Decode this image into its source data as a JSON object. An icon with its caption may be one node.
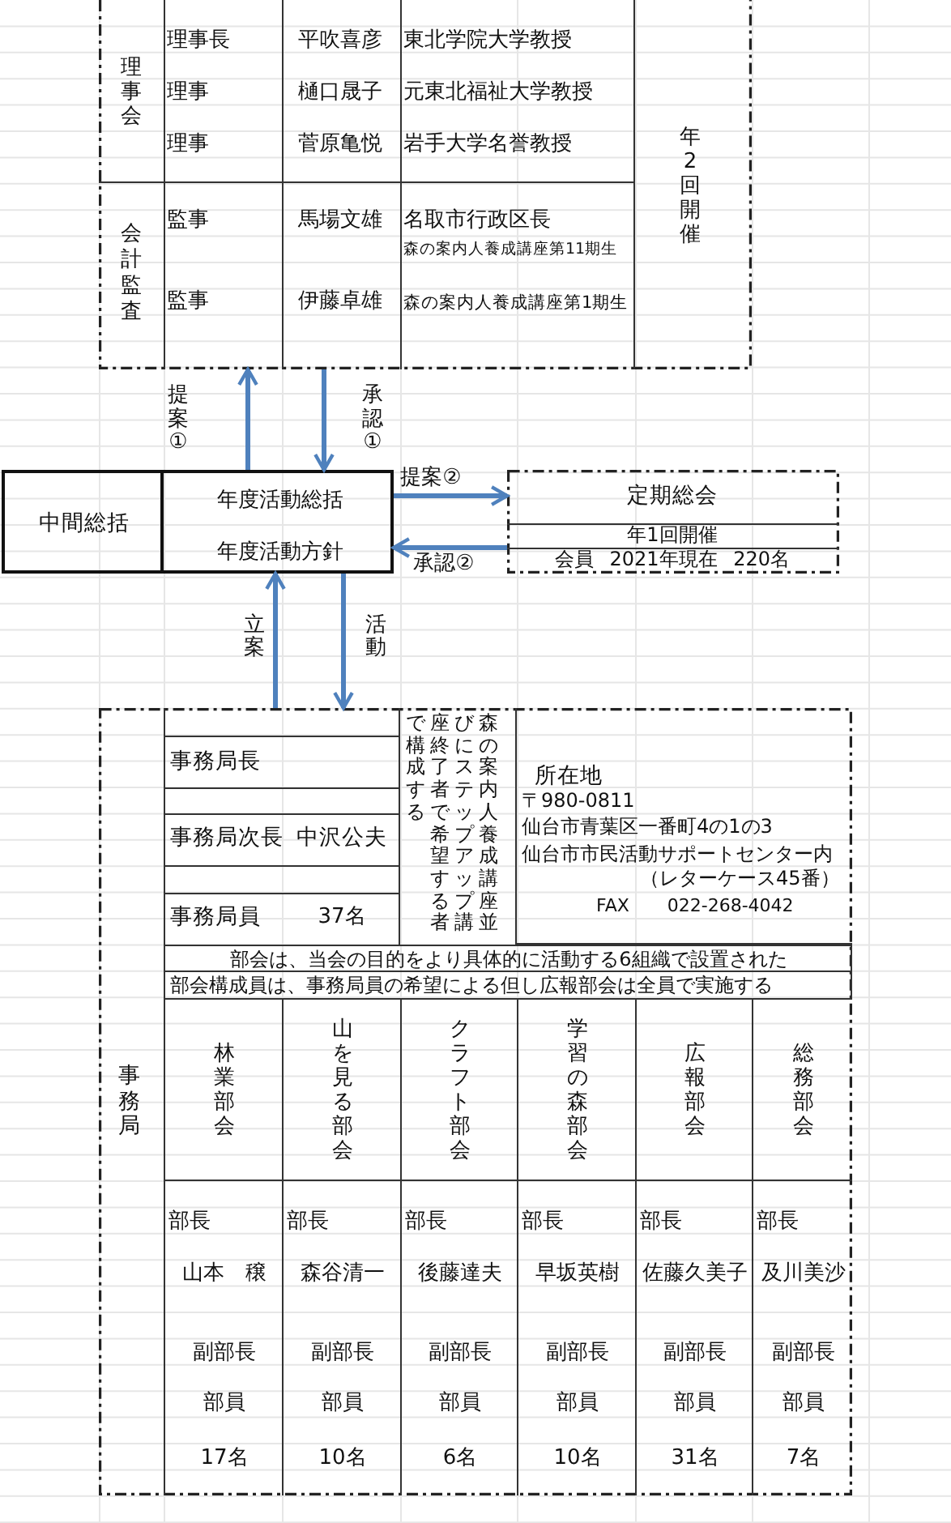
{
  "diagram": {
    "nodes": [
      {
        "text": [
          "年2回開催"
        ]
      },
      {
        "text": [
          "理事会",
          "理事長",
          "平吹喜彦",
          "東北学院大学教授",
          "理事",
          "樋口晟子",
          "元東北福祉大学教授",
          "理事",
          "菅原亀悦",
          "岩手大学名誉教授"
        ],
        "in": 0
      },
      {
        "text": [
          "会計監査",
          "監事",
          "馬場文雄",
          "名取市行政区長",
          "森の案内人養成講座第11期生",
          "監事",
          "伊藤卓雄",
          "森の案内人養成講座第1期生"
        ],
        "in": 0
      },
      {
        "text": [
          "中間総括"
        ]
      },
      {
        "text": [
          "年度活動総括",
          "年度活動方針"
        ]
      },
      {
        "text": [
          "定期総会",
          "年1回開催",
          "会員 2021年現在 220名"
        ]
      },
      {
        "text": [
          "事務局"
        ]
      },
      {
        "text": [
          "事務局長",
          "事務局次長",
          "中沢公夫",
          "事務局員",
          "37名"
        ],
        "in": 6
      },
      {
        "text": [
          "森の案内人養成講座並びにステップアップ講座終了者で希望する者で構成する"
        ],
        "in": 6
      },
      {
        "text": [
          "所在地",
          "〒980-0811",
          "仙台市青葉区一番町4の1の3",
          "仙台市市民活動サポートセンター内",
          "（レターケース45番）",
          "FAX 022-268-4042"
        ],
        "in": 6
      },
      {
        "text": [
          "部会は、当会の目的をより具体的に活動する6組織で設置された"
        ],
        "in": 6
      },
      {
        "text": [
          "部会構成員は、事務局員の希望による但し広報部会は全員で実施する"
        ],
        "in": 6
      },
      {
        "text": [
          "林業部会",
          "部長",
          "山本　穣",
          "副部長",
          "部員",
          "17名"
        ],
        "in": 6
      },
      {
        "text": [
          "山を見る部会",
          "部長",
          "森谷清一",
          "副部長",
          "部員",
          "10名"
        ],
        "in": 6
      },
      {
        "text": [
          "クラフト部会",
          "部長",
          "後藤達夫",
          "副部長",
          "部員",
          "6名"
        ],
        "in": 6
      },
      {
        "text": [
          "学習の森部会",
          "部長",
          "早坂英樹",
          "副部長",
          "部員",
          "10名"
        ],
        "in": 6
      },
      {
        "text": [
          "広報部会",
          "部長",
          "佐藤久美子",
          "副部長",
          "部員",
          "31名"
        ],
        "in": 6
      },
      {
        "text": [
          "総務部会",
          "部長",
          "及川美沙",
          "副部長",
          "部員",
          "7名"
        ],
        "in": 6
      }
    ],
    "edges": [
      {
        "from": 4,
        "to": 0,
        "arrow": "to",
        "label": "提案①"
      },
      {
        "from": 0,
        "to": 4,
        "arrow": "to",
        "label": "承認①"
      },
      {
        "from": 4,
        "to": 5,
        "arrow": "to",
        "label": "提案②"
      },
      {
        "from": 5,
        "to": 4,
        "arrow": "to",
        "label": "承認②"
      },
      {
        "from": 6,
        "to": 4,
        "arrow": "to",
        "label": "立案"
      },
      {
        "from": 4,
        "to": 6,
        "arrow": "to",
        "label": "活動"
      }
    ]
  }
}
